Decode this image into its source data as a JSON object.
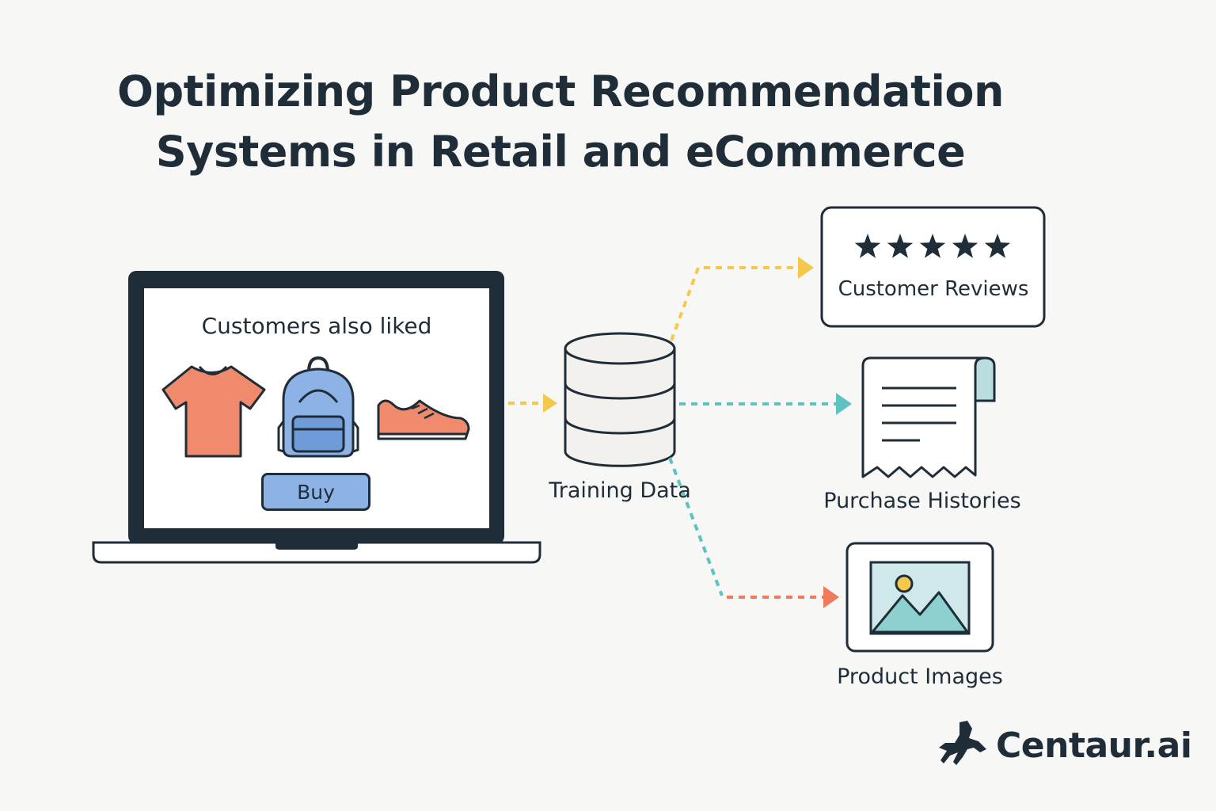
{
  "title": {
    "line1": "Optimizing Product Recommendation",
    "line2": "Systems in Retail and eCommerce"
  },
  "laptop": {
    "heading": "Customers also liked",
    "products": [
      "tshirt-icon",
      "backpack-icon",
      "sneaker-icon"
    ],
    "buy_label": "Buy"
  },
  "training": {
    "label": "Training Data"
  },
  "sources": {
    "reviews": {
      "label": "Customer Reviews",
      "stars": 5
    },
    "purchases": {
      "label": "Purchase Histories"
    },
    "images": {
      "label": "Product Images"
    }
  },
  "brand": {
    "name": "Centaur.ai"
  },
  "colors": {
    "ink": "#1f2d38",
    "yellow": "#f5c84b",
    "teal": "#5fc2c0",
    "coral": "#ef7a5e",
    "blue": "#8db3e6",
    "shirt": "#ef8a6c"
  }
}
